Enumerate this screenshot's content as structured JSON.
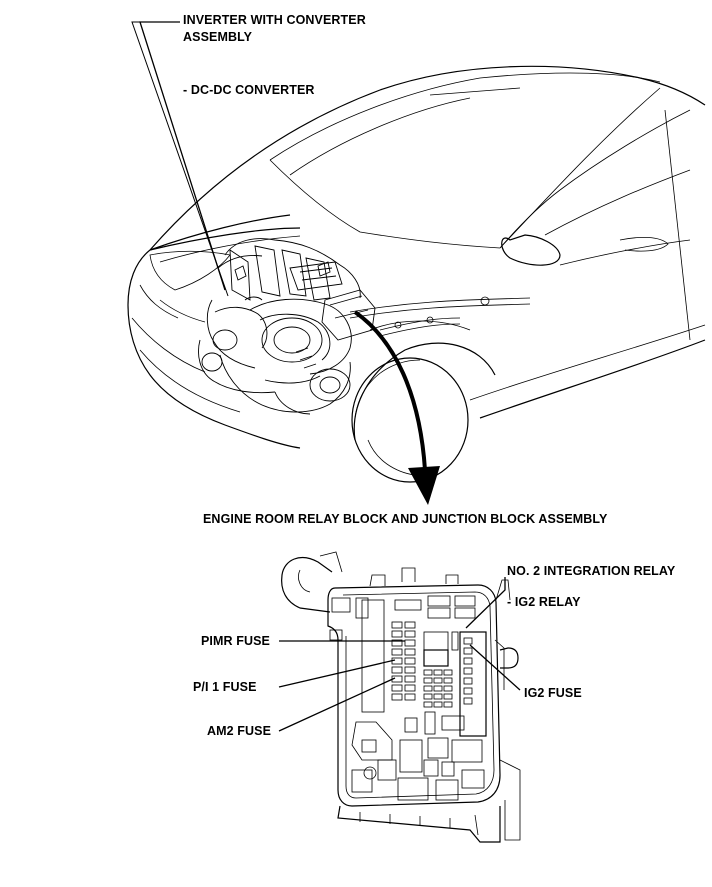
{
  "labels": {
    "inverter_line1": "INVERTER WITH CONVERTER",
    "inverter_line2": "ASSEMBLY",
    "dc_dc": "- DC-DC CONVERTER",
    "engine_room": "ENGINE ROOM RELAY BLOCK AND JUNCTION BLOCK ASSEMBLY",
    "integration_relay": "NO. 2 INTEGRATION RELAY",
    "ig2_relay": "- IG2 RELAY",
    "pimr_fuse": "PIMR FUSE",
    "pi1_fuse": "P/I 1 FUSE",
    "am2_fuse": "AM2 FUSE",
    "ig2_fuse": "IG2 FUSE"
  }
}
